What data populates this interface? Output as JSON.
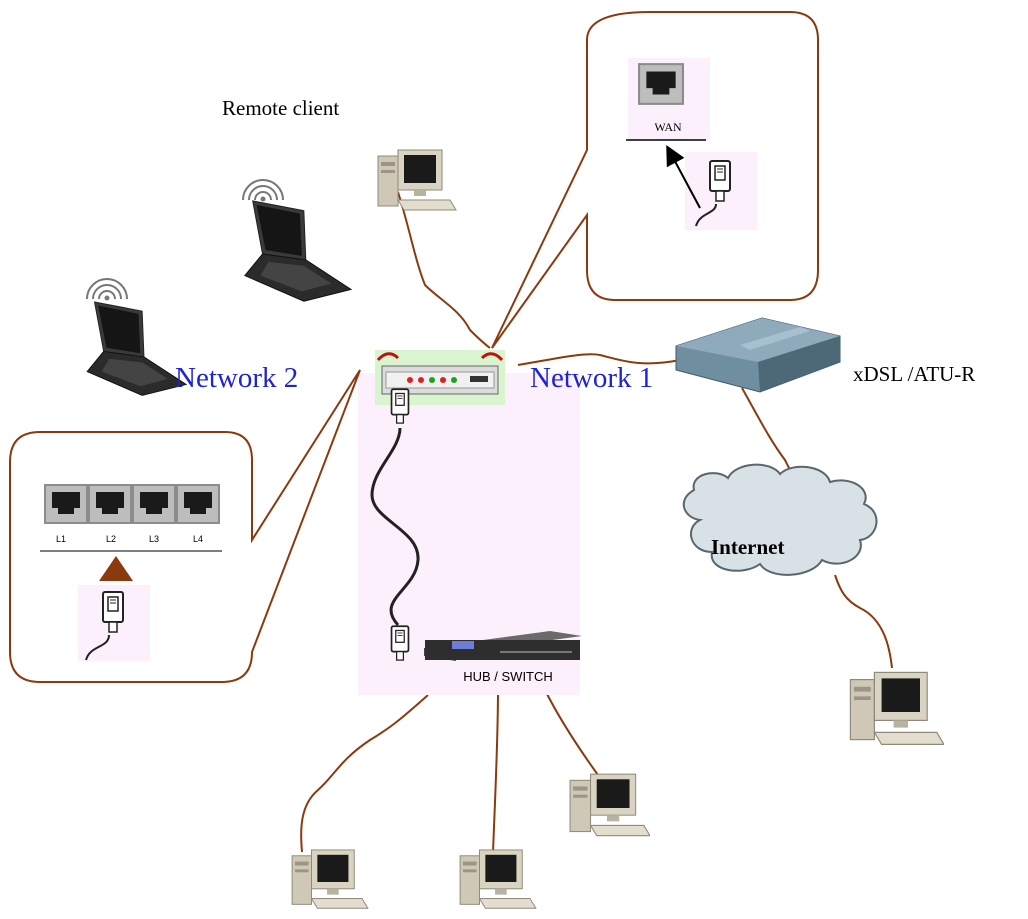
{
  "labels": {
    "remote_client": "Remote client",
    "xdsl": "xDSL /ATU-R",
    "network1": "Network 1",
    "network2": "Network 2",
    "internet": "Internet",
    "wan_port": "WAN",
    "hub_switch": "HUB / SWITCH",
    "lan_ports": [
      "L1",
      "L2",
      "L3",
      "L4"
    ]
  },
  "colors": {
    "cable": "#8b3a0f",
    "callout_border": "#8b3a0f",
    "network_label": "#1f23d6",
    "router_bg": "#d9f5d0",
    "hub_area_bg": "#fbf0fb",
    "cloud_fill": "#d8e2e6",
    "modem": "#6f8ea0",
    "pc_body": "#cfc8b6",
    "lan_arrow": "#8b3a0f"
  },
  "icons": [
    "router-icon",
    "modem-icon",
    "cloud-icon",
    "hub-switch-icon",
    "laptop-icon",
    "desktop-pc-icon",
    "rj45-plug-icon",
    "ethernet-port-icon",
    "wifi-signal-icon"
  ]
}
